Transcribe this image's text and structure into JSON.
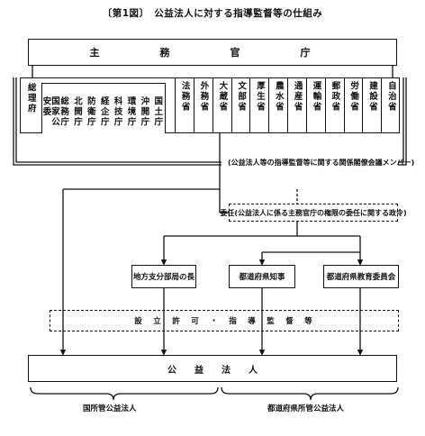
{
  "title": "〔第1図〕　公益法人に対する指導監督等の仕組み",
  "competent_authority": "主　務　官　庁",
  "agencies_left": [
    "総理府"
  ],
  "agencies_cabinet_office": [
    "国家公安委",
    "総務庁",
    "北開庁",
    "防衛庁",
    "経企庁",
    "科技庁",
    "環境庁",
    "沖開庁",
    "国土庁"
  ],
  "agencies_ministries": [
    "法務省",
    "外務省",
    "大蔵省",
    "文部省",
    "厚生省",
    "農水省",
    "通産省",
    "運輸省",
    "郵政省",
    "労働省",
    "建設省",
    "自治省"
  ],
  "liaison_label": "(公益法人等の指導監督等に関する関係閣僚会議メンバー)",
  "delegation_label": "委任(公益法人に係る主務官庁の権限の委任に関する政令)",
  "delegates": [
    "地方支分部局の長",
    "都道府県知事",
    "都道府県教育委員会"
  ],
  "authorization_label": "設　立　許　可　・　指　導　監　督　等",
  "public_corporation": "公　　益　　法　　人",
  "national_label": "国所管公益法人",
  "prefectural_label": "都道府県所管公益法人"
}
